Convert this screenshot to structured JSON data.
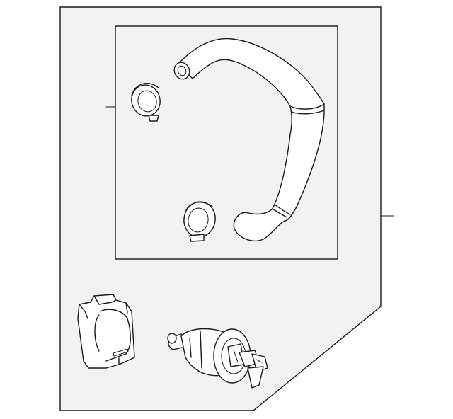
{
  "diagram": {
    "type": "parts-exploded-view",
    "background": "#ffffff",
    "line_color": "#1a1a1a",
    "panel_fill": "#f2f2f2",
    "inset_fill": "#f2f2f2",
    "parts": [
      {
        "name": "breather-hose",
        "callout": true
      },
      {
        "name": "hose-clamp-upper",
        "callout": true
      },
      {
        "name": "hose-clamp-lower",
        "callout": false
      },
      {
        "name": "mounting-bracket",
        "callout": false
      },
      {
        "name": "purge-valve",
        "callout": false
      }
    ],
    "labels": []
  }
}
